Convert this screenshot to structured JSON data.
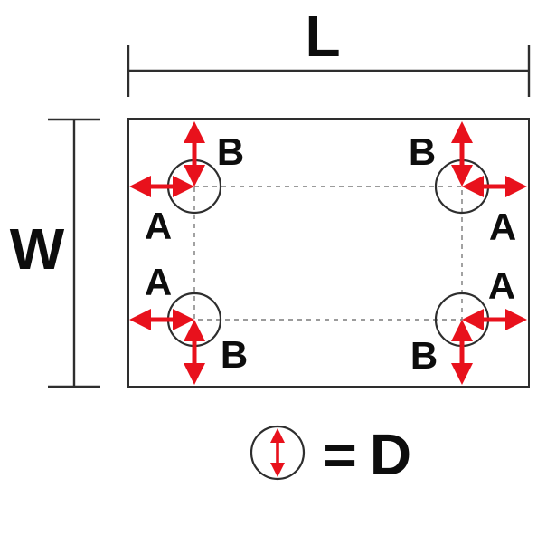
{
  "labels": {
    "length_dimension": "L",
    "width_dimension": "W",
    "horizontal_hole_offset": "A",
    "vertical_hole_offset": "B"
  },
  "legend": {
    "equals_sign": "=",
    "diameter_label": "D"
  },
  "colors": {
    "arrow": "#e8111c",
    "line": "#2e2e2e",
    "text": "#0d0d0d",
    "centerline": "#7a7a7a",
    "background": "#ffffff"
  }
}
